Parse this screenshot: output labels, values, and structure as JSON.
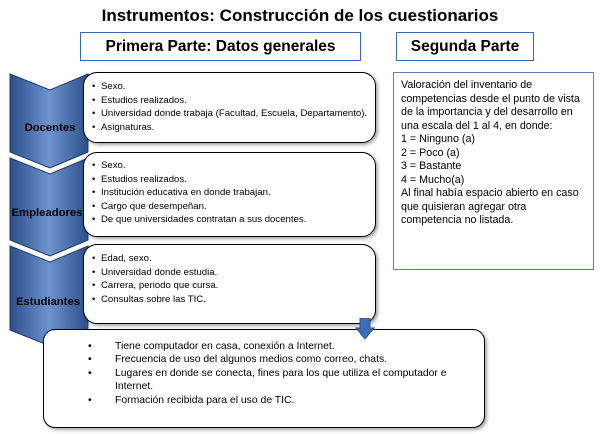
{
  "title": "Instrumentos: Construcción de los cuestionarios",
  "headers": {
    "first": "Primera Parte: Datos generales",
    "second": "Segunda Parte"
  },
  "rows": [
    {
      "label": "Docentes",
      "items": [
        "Sexo.",
        "Estudios realizados.",
        "Universidad donde trabaja (Facultad, Escuela, Departamento).",
        "Asignaturas."
      ]
    },
    {
      "label": "Empleadores",
      "items": [
        "Sexo.",
        "Estudios realizados.",
        "Institución educativa en donde trabajan.",
        "Cargo que desempeñan.",
        "De que universidades contratan a sus docentes."
      ]
    },
    {
      "label": "Estudiantes",
      "items": [
        "Edad, sexo.",
        "Universidad donde estudia.",
        "Carrera, periodo que cursa.",
        "Consultas sobre las TIC."
      ]
    }
  ],
  "bottom_items": [
    "Tiene computador en casa, conexión a Internet.",
    "Frecuencia de uso del algunos medios como correo, chats.",
    "Lugares en donde se conecta, fines para los que utiliza el computador e Internet.",
    "Formación recibida para el uso de TIC."
  ],
  "second_part_lines": [
    "Valoración del inventario de competencias desde el punto de vista de la importancia y del desarrollo en una escala del 1 al 4, en donde:",
    "1 = Ninguno (a)",
    "2 = Poco (a)",
    "3 = Bastante",
    "4 = Mucho(a)",
    "Al final había espacio abierto en caso que quisieran agregar otra competencia no listada."
  ],
  "colors": {
    "chevron_dark": "#2c4f8a",
    "chevron_light": "#6f93cf",
    "header_border": "#3b67b0",
    "down_arrow": "#3f6db5"
  }
}
